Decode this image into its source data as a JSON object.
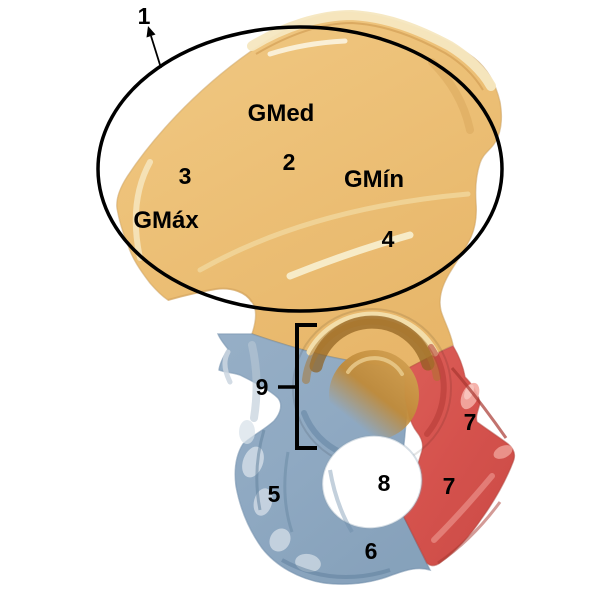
{
  "annotations": {
    "region_numbers": {
      "n1": "1",
      "n2": "2",
      "n3": "3",
      "n4": "4",
      "n5": "5",
      "n6": "6",
      "n7_upper": "7",
      "n7_lower": "7",
      "n8": "8",
      "n9": "9"
    },
    "muscle_labels": {
      "gmed": "GMed",
      "gmax": "GMáx",
      "gmin": "GMín"
    }
  },
  "colors": {
    "ilium_region": "#EDC178",
    "ischium_region": "#8FA9C2",
    "pubis_region": "#D5524D",
    "annotation_ink": "#000000",
    "background": "#FFFFFF"
  }
}
